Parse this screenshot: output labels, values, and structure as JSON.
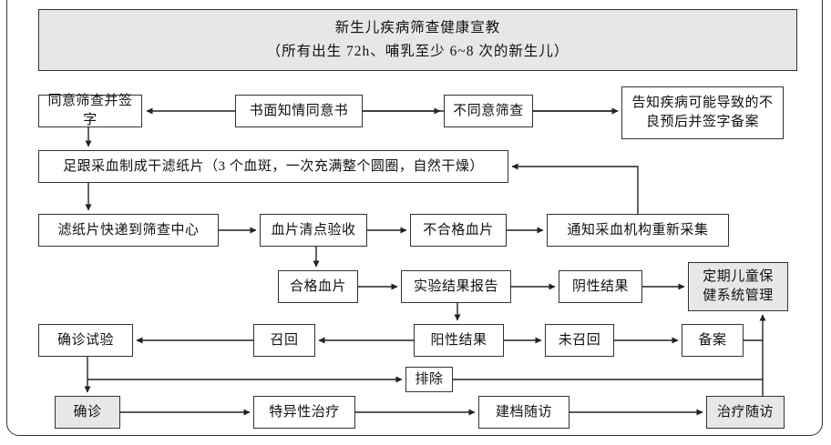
{
  "diagram": {
    "title": {
      "line1": "新生儿疾病筛查健康宣教",
      "line2": "（所有出生 72h、哺乳至少 6~8 次的新生儿）"
    },
    "nodes": {
      "agree": "同意筛查并签字",
      "consent": "书面知情同意书",
      "disagree": "不同意筛查",
      "inform": "告知疾病可能导致的不良预后并签字备案",
      "heel": "足跟采血制成干滤纸片（3 个血斑，一次充满整个圆圈，自然干燥）",
      "mail": "滤纸片快递到筛查中心",
      "check": "血片清点验收",
      "unqualified": "不合格血片",
      "notify": "通知采血机构重新采集",
      "qualified": "合格血片",
      "report": "实验结果报告",
      "negative": "阴性结果",
      "regular": "定期儿童保健系统管理",
      "confirm_test": "确诊试验",
      "recall": "召回",
      "positive": "阳性结果",
      "not_recalled": "未召回",
      "record": "备案",
      "exclude": "排除",
      "confirmed": "确诊",
      "treatment": "特异性治疗",
      "archive": "建档随访",
      "follow": "治疗随访"
    },
    "colors": {
      "box_border": "#333333",
      "box_fill": "#ffffff",
      "highlight_fill": "#e7e7e7",
      "line": "#222222",
      "text": "#111111"
    }
  }
}
